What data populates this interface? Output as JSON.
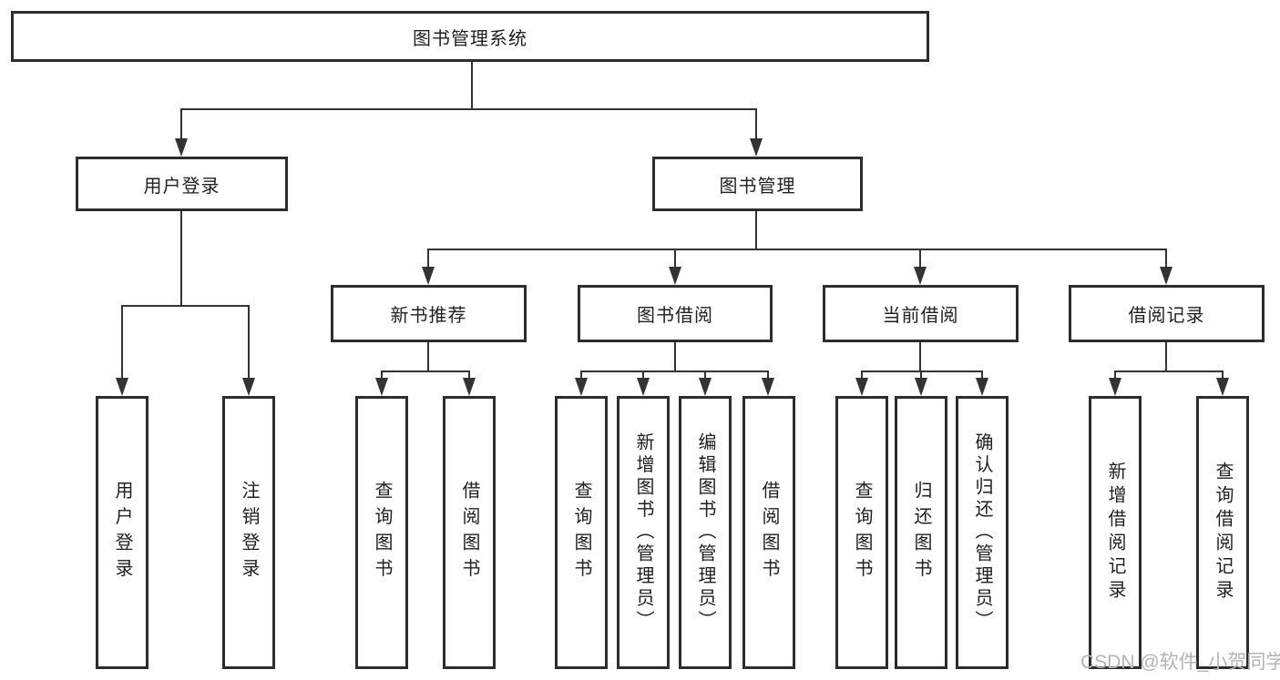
{
  "diagram": {
    "root": {
      "label": "图书管理系统"
    },
    "branches": [
      {
        "label": "用户登录",
        "children": [
          {
            "label": "用户登录"
          },
          {
            "label": "注销登录"
          }
        ]
      },
      {
        "label": "图书管理",
        "children": [
          {
            "label": "新书推荐",
            "children": [
              {
                "label": "查询图书"
              },
              {
                "label": "借阅图书"
              }
            ]
          },
          {
            "label": "图书借阅",
            "children": [
              {
                "label": "查询图书"
              },
              {
                "label": "新增图书（管理员）"
              },
              {
                "label": "编辑图书（管理员）"
              },
              {
                "label": "借阅图书"
              }
            ]
          },
          {
            "label": "当前借阅",
            "children": [
              {
                "label": "查询图书"
              },
              {
                "label": "归还图书"
              },
              {
                "label": "确认归还（管理员）"
              }
            ]
          },
          {
            "label": "借阅记录",
            "children": [
              {
                "label": "新增借阅记录"
              },
              {
                "label": "查询借阅记录"
              }
            ]
          }
        ]
      }
    ]
  },
  "watermark": {
    "text": "CSDN @软件_小贺同学"
  },
  "colors": {
    "line": "#333333",
    "box_border": "#2d2d2d",
    "text": "#1f1f1f",
    "watermark": "#b3b3b3",
    "background": "#ffffff"
  }
}
